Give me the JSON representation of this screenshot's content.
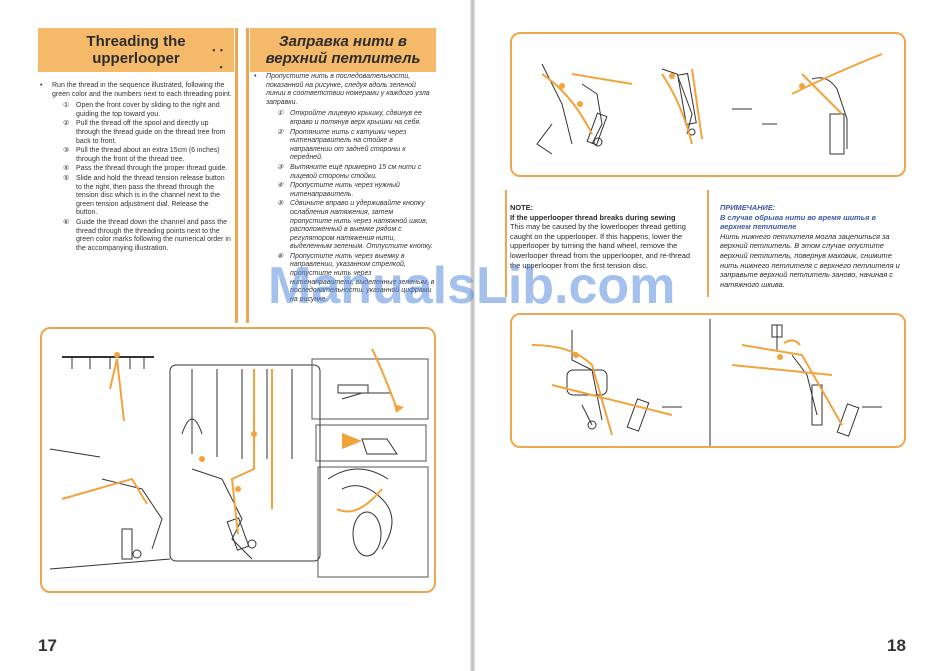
{
  "left_page": {
    "title_en": [
      "Threading the",
      "upperlooper"
    ],
    "title_ru": [
      "Заправка нити в",
      "верхний петлитель"
    ],
    "dots": "• •\n•",
    "en_intro": "Run the thread in the sequence illustrated, following the green color and the numbers next to each threading point.",
    "en_steps": [
      {
        "num": "①",
        "text": "Open the front cover by sliding to the right and guiding the top toward you."
      },
      {
        "num": "②",
        "text": "Pull the thread off the spool and directly up through the thread guide on the thread tree from back to front."
      },
      {
        "num": "③",
        "text": "Pull the thread about an extra 15cm (6 inches) through the front of the thread tree."
      },
      {
        "num": "④",
        "text": "Pass the thread through the proper thread guide."
      },
      {
        "num": "⑤",
        "text": "Slide and hold the thread tension release button to the right, then pass the thread through the tension disc which is in the channel next to the green tension adjustment dial. Release the button."
      },
      {
        "num": "⑥",
        "text": "Guide the thread down the channel and pass the thread through the threading points next to the green color marks following the numerical order in the accompanying illustration."
      }
    ],
    "ru_intro": "Пропустите нить в последовательности, показанной на рисунке, следуя вдоль зеленой линии в соответствии номерами у каждого узла заправки.",
    "ru_steps": [
      {
        "num": "①",
        "text": "Откройте лицевую крышку, сдвинув ее вправо и потянув верх крышки на себя."
      },
      {
        "num": "②",
        "text": "Протяните нить с катушки через нитенаправитель на стойке в направлении от задней стороны к передней."
      },
      {
        "num": "③",
        "text": "Вытяните ещё примерно 15 см нити с лицевой стороны стойки."
      },
      {
        "num": "④",
        "text": "Пропустите нить через нужный нитенаправитель."
      },
      {
        "num": "⑤",
        "text": "Сдвиньте вправо и удерживайте кнопку ослабления натяжения, затем пропустите нить через натяжной шкив, расположенный в выемке рядом с регулятором натяжения нити, выделенным зеленым. Отпустите кнопку."
      },
      {
        "num": "⑥",
        "text": "Пропустите нить через выемку в направлении, указанном стрелкой, пропустите нить через нитенаправители, выделенные зеленым, в последовательности, указанной цифрами на рисунке."
      }
    ],
    "page_number": "17"
  },
  "right_page": {
    "note_en_head": "NOTE:",
    "note_en_sub": "If the upperlooper thread breaks during sewing",
    "note_en_body": "This may be caused by the lowerlooper thread getting caught on the upperlooper. If this happens, lower the upperlooper by turning the hand wheel, remove the lowerlooper thread from the upperlooper, and re-thread the upperlooper from the first tension disc.",
    "note_ru_head": "ПРИМЕЧАНИЕ:",
    "note_ru_sub": "В случае обрыва нити во время шитья в верхнем петлителе",
    "note_ru_body": "Нить нижнего петлителя могла зацепиться за верхний петлитель. В этом случае опустите верхний петлитель, повернув маховик, снимите нить нижнего петлителя с верхнего петлителя и заправьте верхний петлитель заново, начиная с натяжного шкива.",
    "page_number": "18"
  },
  "watermark": "ManualsLib.com",
  "colors": {
    "accent_orange": "#f0a650",
    "title_bg": "#f5b96a",
    "thread_orange": "#f3a23c",
    "watermark_blue": "#5a8cdc"
  }
}
